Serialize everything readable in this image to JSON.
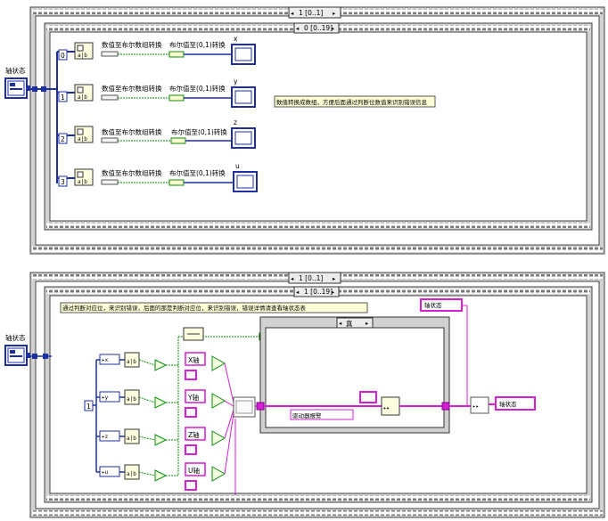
{
  "top": {
    "outer_selector": "1 [0..1]",
    "inner_selector": "0 [0..19]",
    "terminal_label": "轴状态",
    "rows": [
      {
        "index": "0",
        "func1": "数值至布尔数组转换",
        "func2": "布尔值至(0,1)转换",
        "out_label": "x"
      },
      {
        "index": "1",
        "func1": "数值至布尔数组转换",
        "func2": "布尔值至(0,1)转换",
        "out_label": "y"
      },
      {
        "index": "2",
        "func1": "数值至布尔数组转换",
        "func2": "布尔值至(0,1)转换",
        "out_label": "z"
      },
      {
        "index": "3",
        "func1": "数值至布尔数组转换",
        "func2": "布尔值至(0,1)转换",
        "out_label": "u"
      }
    ],
    "comment": "数值转换成数组，方便后面通过判断位数值来识别错误信息"
  },
  "bottom": {
    "outer_selector": "1 [0..1]",
    "inner_selector": "1 [0..19]",
    "terminal_label": "轴状态",
    "comment": "通过判断对应位，来识别错误，后面的那是判断对应位，来识别错误，错误详情请查看轴状态表",
    "axes": [
      "X轴",
      "Y轴",
      "Z轴",
      "U轴"
    ],
    "constant": "1",
    "case_selector": "真",
    "error_message": "驱动器报警",
    "local_var_in": "轴状态",
    "local_var_out": "轴状态"
  },
  "colors": {
    "wire_blue": "#1c2fa3",
    "wire_pink": "#d41fd4",
    "wire_green": "#0c8f0c",
    "frame": "#5a5a5a"
  }
}
